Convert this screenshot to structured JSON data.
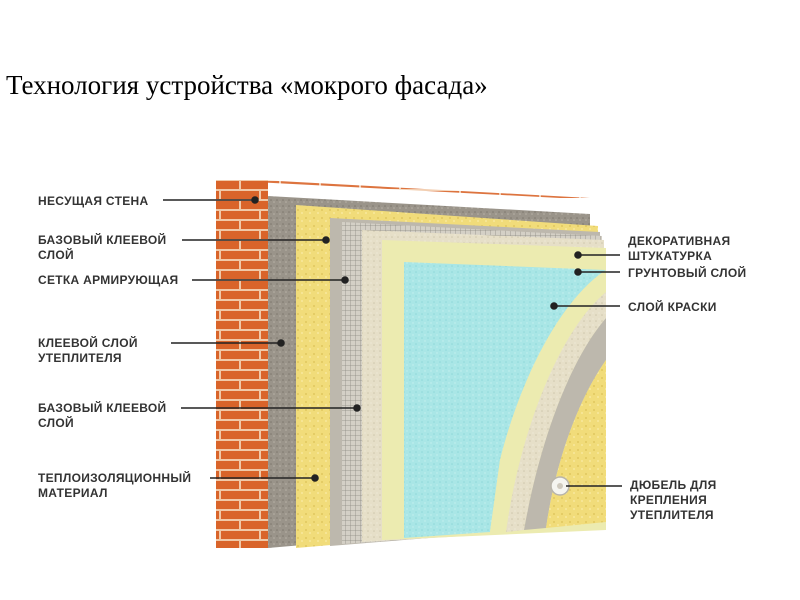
{
  "title": "Технология устройства «мокрого фасада»",
  "labels": {
    "bearing_wall": [
      "НЕСУЩАЯ СТЕНА"
    ],
    "base_adhesive_1": [
      "БАЗОВЫЙ КЛЕЕВОЙ",
      "СЛОЙ"
    ],
    "reinforcing_mesh": [
      "СЕТКА АРМИРУЮЩАЯ"
    ],
    "insulation_adhesive": [
      "КЛЕЕВОЙ СЛОЙ",
      "УТЕПЛИТЕЛЯ"
    ],
    "base_adhesive_2": [
      "БАЗОВЫЙ КЛЕЕВОЙ",
      "СЛОЙ"
    ],
    "insulation_material": [
      "ТЕПЛОИЗОЛЯЦИОННЫЙ",
      "МАТЕРИАЛ"
    ],
    "decorative_plaster": [
      "ДЕКОРАТИВНАЯ",
      "ШТУКАТУРКА"
    ],
    "primer_layer": [
      "ГРУНТОВЫЙ СЛОЙ"
    ],
    "paint_layer": [
      "СЛОЙ КРАСКИ"
    ],
    "dowel": [
      "ДЮБЕЛЬ ДЛЯ",
      "КРЕПЛЕНИЯ",
      "УТЕПЛИТЕЛЯ"
    ]
  },
  "colors": {
    "brick": "#d9642a",
    "mortar": "#f0c9a8",
    "adhesive_gray": "#9a948a",
    "insulation_yellow": "#f1dc7a",
    "mesh_gray": "#c9c4b8",
    "plaster_beige": "#e6dfc8",
    "primer_cream": "#ecebb0",
    "paint_cyan": "#a9e6e6",
    "leader_line": "#222222"
  }
}
